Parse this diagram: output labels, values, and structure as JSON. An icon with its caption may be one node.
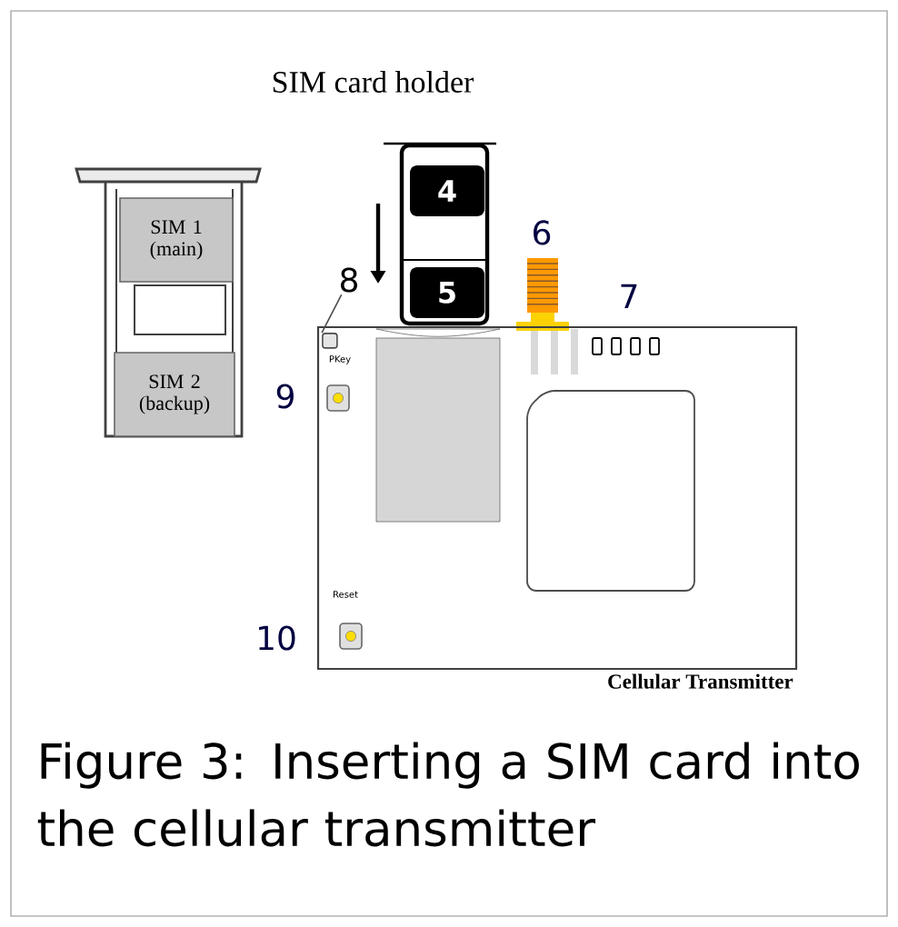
{
  "diagram": {
    "title": "SIM card holder",
    "caption": "Figure 3: Inserting a SIM card into the cellular transmitter",
    "nodes": [
      {
        "text": [
          "SIM 1 (main)"
        ]
      },
      {
        "text": [
          "SIM 2 (backup)"
        ]
      },
      {
        "text": [
          "4"
        ]
      },
      {
        "text": [
          "5"
        ]
      },
      {
        "text": [
          "8"
        ]
      },
      {
        "text": [
          "Cellular Transmitter"
        ]
      },
      {
        "text": [],
        "shape": "box",
        "in": 5
      }
    ],
    "edges": [
      {
        "from": 4,
        "to": 6,
        "arrow": "none"
      }
    ],
    "labels": [
      "6",
      "7",
      "9",
      "PKey",
      "Reset",
      "10"
    ]
  }
}
